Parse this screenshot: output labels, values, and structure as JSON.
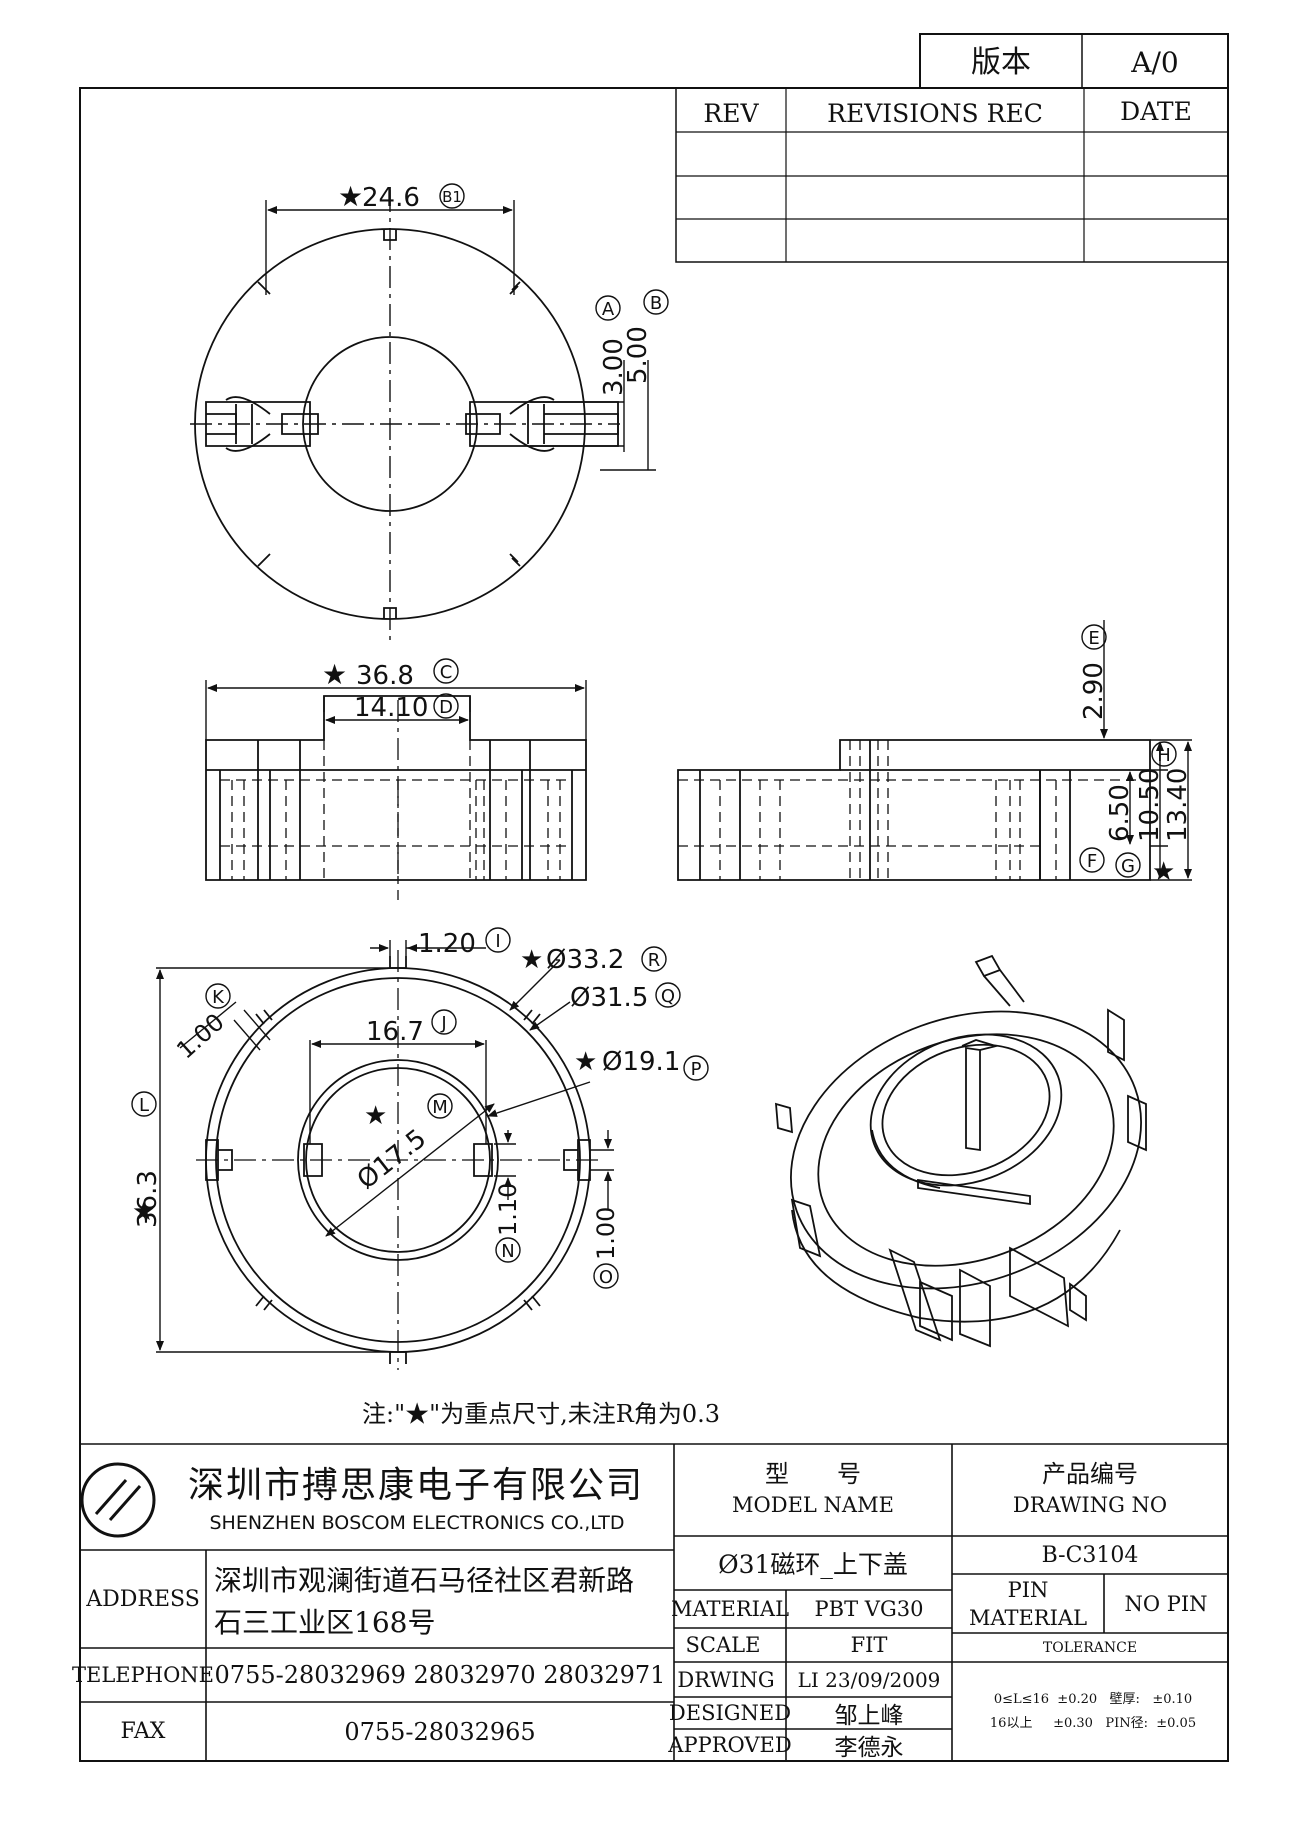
{
  "revision_block": {
    "version_label": "版本",
    "version_value": "A/0",
    "headers": {
      "rev": "REV",
      "revisions_rec": "REVISIONS REC",
      "date": "DATE"
    }
  },
  "dimensions": {
    "d_b1": "24.6",
    "d_a": "3.00",
    "d_b": "5.00",
    "d_c": "36.8",
    "d_d": "14.10",
    "d_e": "2.90",
    "d_f": "6.50",
    "d_g": "10.50",
    "d_h": "13.40",
    "d_i": "1.20",
    "d_r": "Ø33.2",
    "d_q": "Ø31.5",
    "d_j": "16.7",
    "d_k": "1.00",
    "d_p": "Ø19.1",
    "d_m": "Ø17.5",
    "d_l": "36.3",
    "d_n": "1.10",
    "d_o": "1.00"
  },
  "markers": {
    "a": "A",
    "b": "B",
    "b1": "B1",
    "c": "C",
    "d": "D",
    "e": "E",
    "f": "F",
    "g": "G",
    "h": "H",
    "i": "I",
    "j": "J",
    "k": "K",
    "l": "L",
    "m": "M",
    "n": "N",
    "o": "O",
    "p": "P",
    "q": "Q",
    "r": "R"
  },
  "star": "★",
  "note": "注:\"★\"为重点尺寸,未注R角为0.3",
  "title_block": {
    "company_cn": "深圳市搏思康电子有限公司",
    "company_en": "SHENZHEN BOSCOM ELECTRONICS CO.,LTD",
    "address_label": "ADDRESS",
    "address_line1": "深圳市观澜街道石马径社区君新路",
    "address_line2": "石三工业区168号",
    "telephone_label": "TELEPHONE",
    "telephone_value": "0755-28032969 28032970 28032971",
    "fax_label": "FAX",
    "fax_value": "0755-28032965",
    "model_name_cn": "型　　号",
    "model_name_en": "MODEL NAME",
    "model_value": "Ø31磁环_上下盖",
    "drawing_no_cn": "产品编号",
    "drawing_no_en": "DRAWING NO",
    "drawing_no_value": "B-C3104",
    "material_label": "MATERIAL",
    "material_value": "PBT VG30",
    "scale_label": "SCALE",
    "scale_value": "FIT",
    "drwing_label": "DRWING",
    "drwing_value": "LI 23/09/2009",
    "designed_label": "DESIGNED",
    "designed_value": "邹上峰",
    "approved_label": "APPROVED",
    "approved_value": "李德永",
    "pin_material_label_1": "PIN",
    "pin_material_label_2": "MATERIAL",
    "pin_material_value": "NO PIN",
    "tolerance_label": "TOLERANCE",
    "tol_line1": "0≤L≤16  ±0.20   壁厚:   ±0.10",
    "tol_line2": "16以上     ±0.30   PIN径:  ±0.05"
  }
}
